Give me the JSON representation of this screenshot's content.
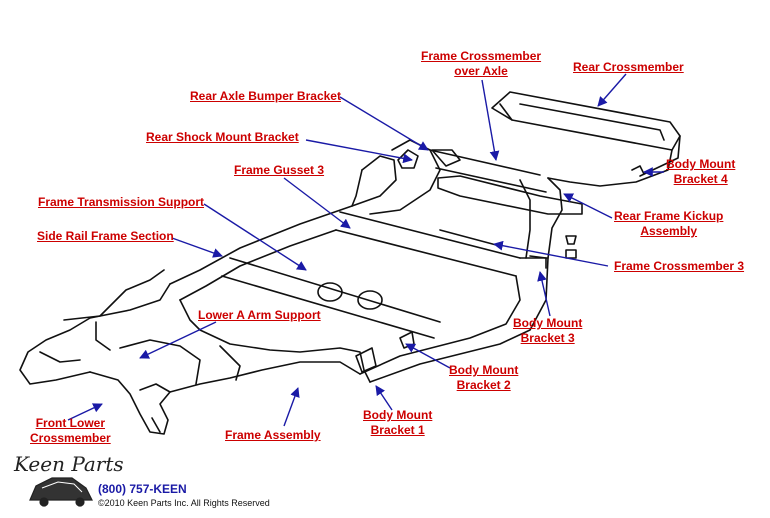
{
  "labels": {
    "frame_crossmember_axle": [
      "Frame Crossmember",
      "over Axle"
    ],
    "rear_crossmember": "Rear Crossmember",
    "rear_axle_bumper_bracket": "Rear Axle Bumper Bracket",
    "rear_shock_mount_bracket": "Rear Shock Mount Bracket",
    "frame_gusset_3": "Frame Gusset 3",
    "body_mount_bracket_4": [
      "Body Mount",
      "Bracket 4"
    ],
    "frame_transmission_support": "Frame Transmission Support",
    "rear_frame_kickup_assembly": [
      "Rear Frame Kickup",
      "Assembly"
    ],
    "side_rail_frame_section": "Side Rail Frame Section",
    "frame_crossmember_3": "Frame Crossmember 3",
    "lower_a_arm_support": "Lower A Arm Support",
    "body_mount_bracket_3": [
      "Body Mount",
      "Bracket 3"
    ],
    "body_mount_bracket_2": [
      "Body Mount",
      "Bracket 2"
    ],
    "front_lower_crossmember": [
      "Front Lower",
      "Crossmember"
    ],
    "body_mount_bracket_1": [
      "Body Mount",
      "Bracket 1"
    ],
    "frame_assembly": "Frame Assembly"
  },
  "footer": {
    "logo_text": "Keen Parts",
    "phone": "(800) 757-KEEN",
    "copyright": "©2010 Keen Parts Inc. All Rights Reserved"
  },
  "colors": {
    "label": "#cc0000",
    "arrow": "#1a1aa6",
    "drawing": "#111111"
  }
}
